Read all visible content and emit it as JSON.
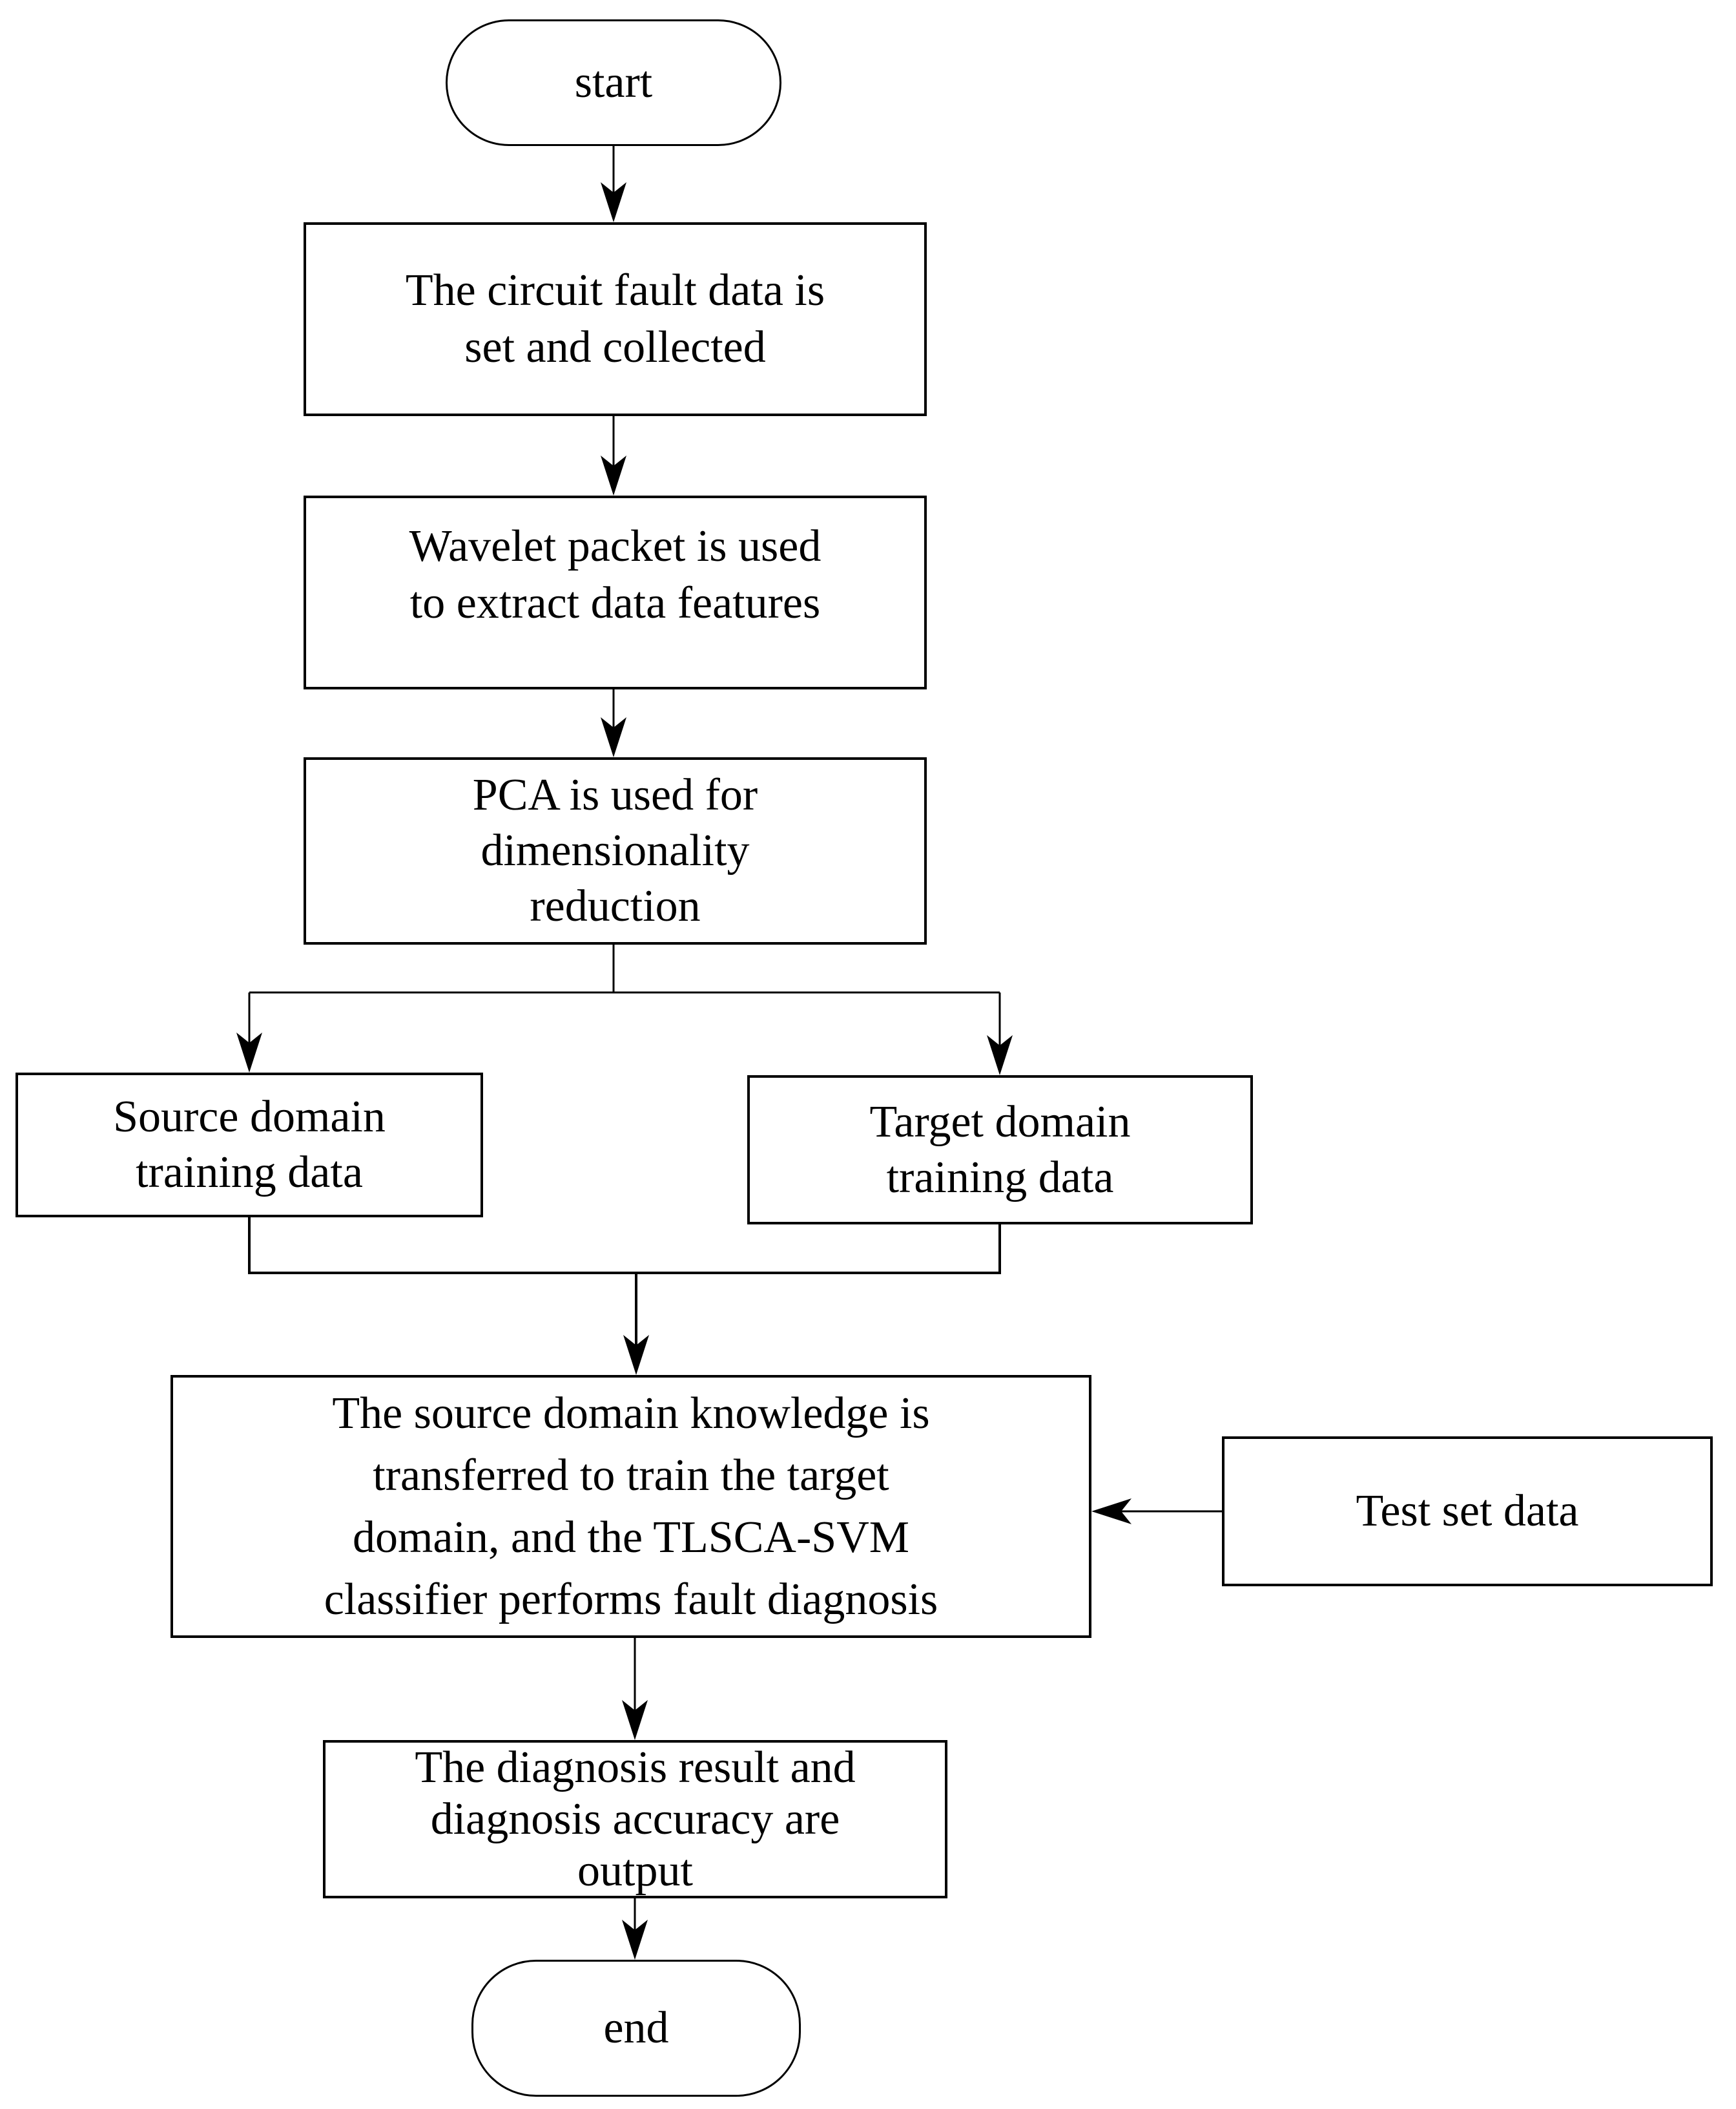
{
  "figure": {
    "type": "flowchart",
    "colors": {
      "stroke": "#000000",
      "fill": "#ffffff",
      "text": "#000000"
    }
  },
  "nodes": {
    "start": {
      "label": "start",
      "shape": "terminator"
    },
    "collect": {
      "label": "The circuit fault data is\nset and collected",
      "shape": "process"
    },
    "wavelet": {
      "label": "Wavelet packet is used\nto extract data features",
      "shape": "process"
    },
    "pca": {
      "label": "PCA is used for\ndimensionality\nreduction",
      "shape": "process"
    },
    "source": {
      "label": "Source domain\ntraining data",
      "shape": "process"
    },
    "target": {
      "label": "Target domain\ntraining data",
      "shape": "process"
    },
    "transfer": {
      "label": "The source domain knowledge is\ntransferred to train the target\ndomain, and the TLSCA-SVM\nclassifier performs fault diagnosis",
      "shape": "process"
    },
    "test": {
      "label": "Test set data",
      "shape": "process"
    },
    "output": {
      "label": "The diagnosis result and\ndiagnosis accuracy are\noutput",
      "shape": "process"
    },
    "end": {
      "label": "end",
      "shape": "terminator"
    }
  },
  "edges": [
    {
      "from": "start",
      "to": "collect"
    },
    {
      "from": "collect",
      "to": "wavelet"
    },
    {
      "from": "wavelet",
      "to": "pca"
    },
    {
      "from": "pca",
      "to": "source"
    },
    {
      "from": "pca",
      "to": "target"
    },
    {
      "from": "source",
      "to": "transfer"
    },
    {
      "from": "target",
      "to": "transfer"
    },
    {
      "from": "test",
      "to": "transfer"
    },
    {
      "from": "transfer",
      "to": "output"
    },
    {
      "from": "output",
      "to": "end"
    }
  ]
}
